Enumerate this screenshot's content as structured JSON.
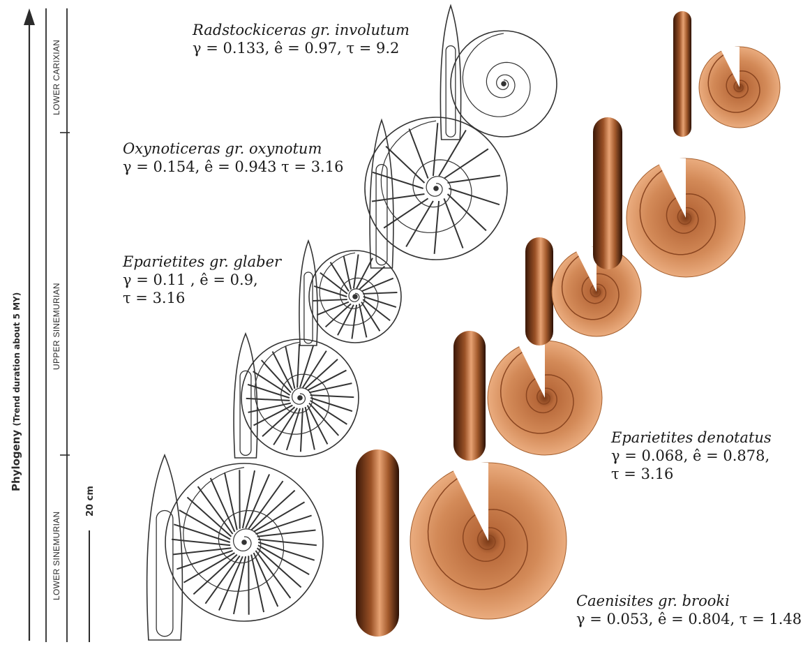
{
  "phylogeny": {
    "title": "Phylogeny",
    "subtitle": "(Trend duration about 5 MY)"
  },
  "stages": [
    {
      "name": "LOWER CARIXIAN"
    },
    {
      "name": "UPPER SINEMURIAN"
    },
    {
      "name": "LOWER SINEMURIAN"
    }
  ],
  "scale_bar": {
    "label": "20 cm"
  },
  "species": [
    {
      "name": "Radstockiceras gr. involutum",
      "line1": "γ = 0.133, ê = 0.97, τ = 9.2",
      "line2": ""
    },
    {
      "name": "Oxynoticeras gr. oxynotum",
      "line1": "γ = 0.154, ê = 0.943 τ = 3.16",
      "line2": ""
    },
    {
      "name": "Eparietites gr. glaber",
      "line1": "γ = 0.11 , ê = 0.9,",
      "line2": "τ = 3.16"
    },
    {
      "name": "Eparietites denotatus",
      "line1": "γ = 0.068, ê = 0.878,",
      "line2": "τ = 3.16"
    },
    {
      "name": "Caenisites gr. brooki",
      "line1": "γ = 0.053, ê = 0.804, τ = 1.48",
      "line2": ""
    }
  ],
  "colors": {
    "shell_light": "#e8a77a",
    "shell_mid": "#c97e4b",
    "shell_dark": "#6e3415",
    "ink": "#2b2b2b"
  }
}
